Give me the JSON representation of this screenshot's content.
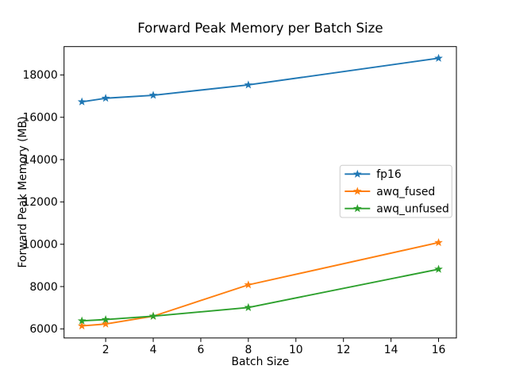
{
  "figure": {
    "background": "#ffffff"
  },
  "chart_data": {
    "type": "line",
    "title": "Forward Peak Memory per Batch Size",
    "xlabel": "Batch Size",
    "ylabel": "Forward Peak Memory (MB)",
    "x": [
      1,
      2,
      4,
      8,
      16
    ],
    "series": [
      {
        "name": "fp16",
        "color": "#1f77b4",
        "values": [
          16730,
          16900,
          17040,
          17530,
          18790
        ]
      },
      {
        "name": "awq_fused",
        "color": "#ff7f0e",
        "values": [
          6140,
          6230,
          6600,
          8080,
          10080
        ]
      },
      {
        "name": "awq_unfused",
        "color": "#2ca02c",
        "values": [
          6380,
          6440,
          6600,
          7010,
          8820
        ]
      }
    ],
    "marker": "star",
    "xticks": [
      2,
      4,
      6,
      8,
      10,
      12,
      14,
      16
    ],
    "yticks": [
      6000,
      8000,
      10000,
      12000,
      14000,
      16000,
      18000
    ],
    "xlim": [
      0.25,
      16.75
    ],
    "ylim": [
      5570,
      19340
    ],
    "grid": false,
    "legend_position": "center-right",
    "axis_color": "#000000",
    "legend_border_color": "#cccccc"
  }
}
